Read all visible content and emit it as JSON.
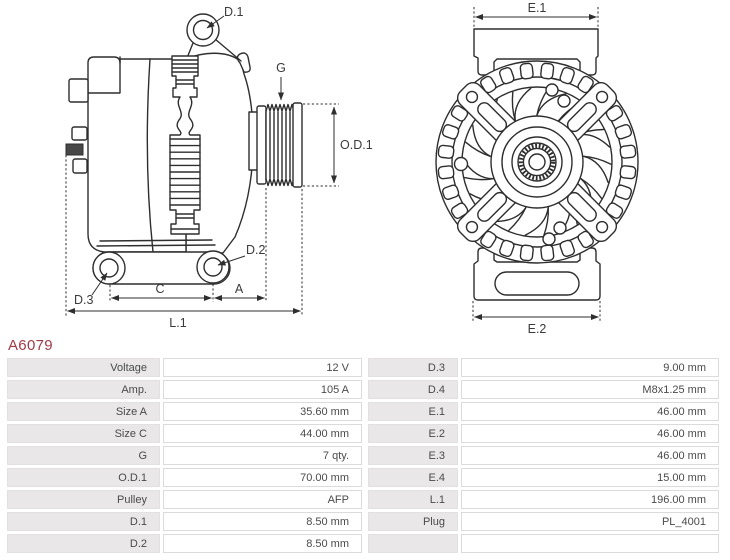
{
  "part": {
    "number": "A6079"
  },
  "diagram": {
    "side_view_labels": {
      "d1": "D.1",
      "g": "G",
      "od1": "O.D.1",
      "d2": "D.2",
      "d3": "D.3",
      "c": "C",
      "a": "A",
      "l1": "L.1"
    },
    "front_view_labels": {
      "e1": "E.1",
      "e2": "E.2"
    }
  },
  "specs": {
    "left": [
      {
        "label": "Voltage",
        "value": "12 V"
      },
      {
        "label": "Amp.",
        "value": "105 A"
      },
      {
        "label": "Size A",
        "value": "35.60 mm"
      },
      {
        "label": "Size C",
        "value": "44.00 mm"
      },
      {
        "label": "G",
        "value": "7 qty."
      },
      {
        "label": "O.D.1",
        "value": "70.00 mm"
      },
      {
        "label": "Pulley",
        "value": "AFP"
      },
      {
        "label": "D.1",
        "value": "8.50 mm"
      },
      {
        "label": "D.2",
        "value": "8.50 mm"
      }
    ],
    "right": [
      {
        "label": "D.3",
        "value": "9.00 mm"
      },
      {
        "label": "D.4",
        "value": "M8x1.25 mm"
      },
      {
        "label": "E.1",
        "value": "46.00 mm"
      },
      {
        "label": "E.2",
        "value": "46.00 mm"
      },
      {
        "label": "E.3",
        "value": "46.00 mm"
      },
      {
        "label": "E.4",
        "value": "15.00 mm"
      },
      {
        "label": "L.1",
        "value": "196.00 mm"
      },
      {
        "label": "Plug",
        "value": "PL_4001"
      },
      {
        "label": "",
        "value": ""
      }
    ]
  },
  "colors": {
    "part_number": "#a03c46",
    "line_art": "#2e2e2e",
    "label_cell_bg": "#e9e7e8",
    "cell_border": "#dcdadb",
    "cell_text": "#4a4a4a"
  }
}
